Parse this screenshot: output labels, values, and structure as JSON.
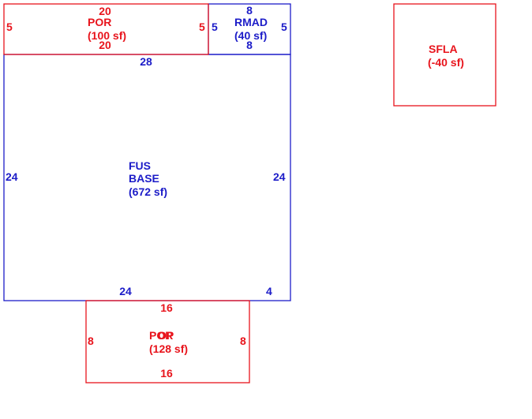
{
  "colors": {
    "red": "#e8141c",
    "blue": "#1c1cc8"
  },
  "areas": {
    "por_top": {
      "label": "POR",
      "area": "(100 sf)",
      "dims": [
        "20",
        "20",
        "5",
        "5"
      ]
    },
    "rmad": {
      "label": "RMAD",
      "area": "(40 sf)",
      "dims": [
        "8",
        "8",
        "5",
        "5"
      ]
    },
    "fus_base": {
      "line1": "FUS",
      "line2": "BASE",
      "area": "(672 sf)",
      "dims": [
        "28",
        "24",
        "24",
        "24",
        "4"
      ]
    },
    "por_bottom": {
      "label_a": "POR",
      "label_b": "OP",
      "area": "(128 sf)",
      "dims": [
        "16",
        "16",
        "8",
        "8"
      ]
    },
    "sfla": {
      "label": "SFLA",
      "area": "(-40 sf)"
    }
  }
}
